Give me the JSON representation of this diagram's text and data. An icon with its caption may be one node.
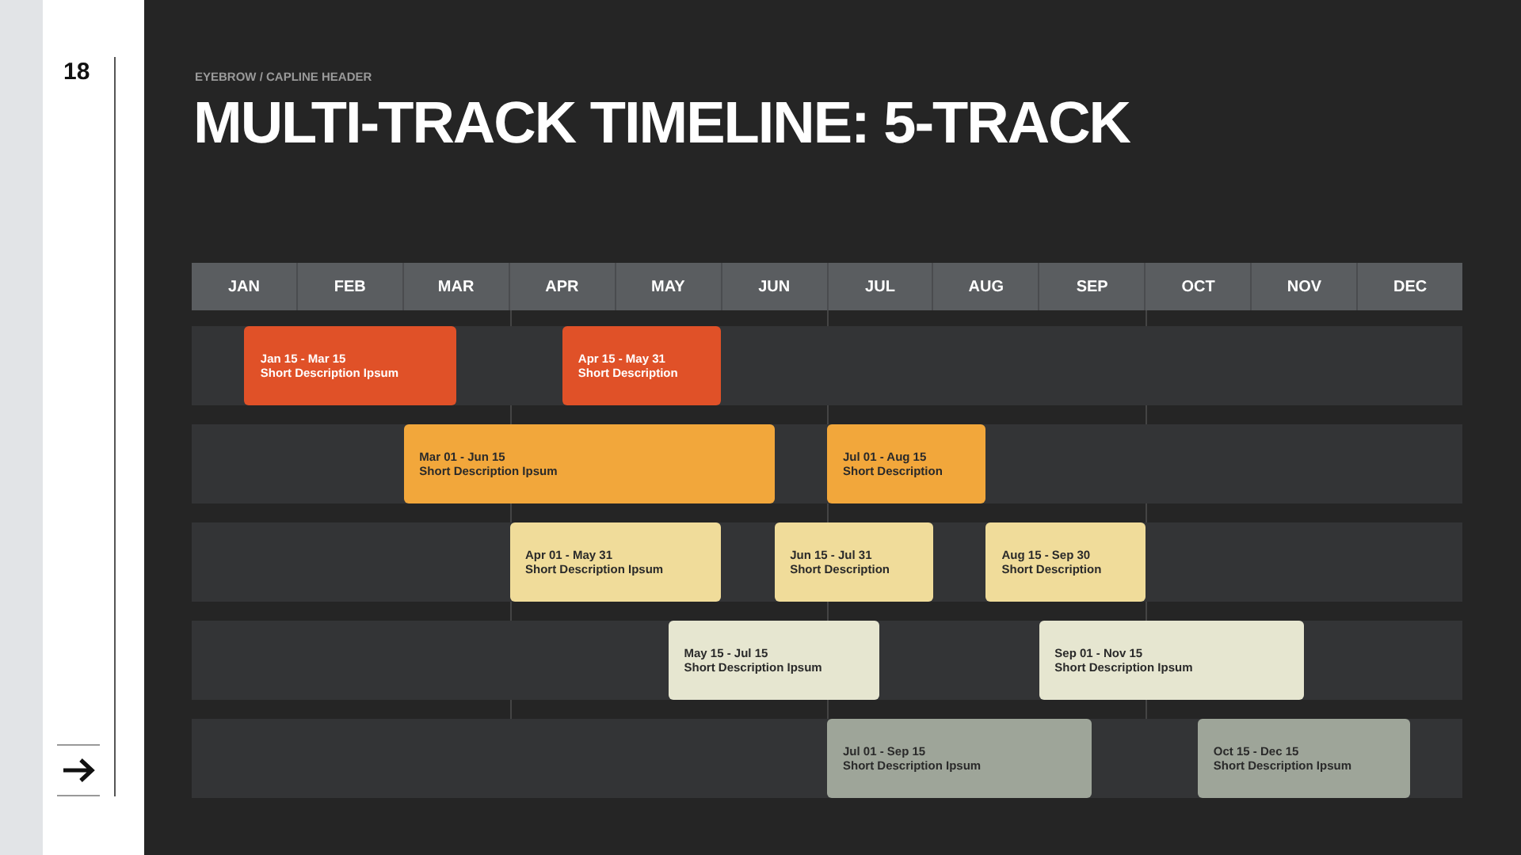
{
  "diagram": {
    "title": "MULTI-TRACK TIMELINE: 5-TRACK",
    "nodes": [
      {
        "text": [],
        "shape": "bar"
      },
      {
        "text": [
          "Jan 15 - Mar 15",
          "Short Description Ipsum"
        ],
        "in": 0
      },
      {
        "text": [
          "Apr 15 - May 31",
          "Short Description"
        ],
        "in": 0
      },
      {
        "text": [],
        "shape": "bar"
      },
      {
        "text": [
          "Mar 01 - Jun 15",
          "Short Description Ipsum"
        ],
        "in": 3
      },
      {
        "text": [
          "Jul 01 - Aug 15",
          "Short Description"
        ],
        "in": 3
      },
      {
        "text": [],
        "shape": "bar"
      },
      {
        "text": [
          "Apr 01 - May 31",
          "Short Description Ipsum"
        ],
        "in": 6
      },
      {
        "text": [
          "Jun 15 - Jul 31",
          "Short Description"
        ],
        "in": 6
      },
      {
        "text": [
          "Aug 15 - Sep 30",
          "Short Description"
        ],
        "in": 6
      },
      {
        "text": [],
        "shape": "bar"
      },
      {
        "text": [
          "May 15 - Jul 15",
          "Short Description Ipsum"
        ],
        "in": 10
      },
      {
        "text": [
          "Sep 01 - Nov 15",
          "Short Description Ipsum"
        ],
        "in": 10
      },
      {
        "text": [],
        "shape": "bar"
      },
      {
        "text": [
          "Jul 01 - Sep 15",
          "Short Description Ipsum"
        ],
        "in": 13
      },
      {
        "text": [
          "Oct 15 - Dec 15",
          "Short Description Ipsum"
        ],
        "in": 13
      }
    ],
    "edges": [],
    "labels": [
      "18",
      "EYEBROW / CAPLINE HEADER",
      "JAN",
      "FEB",
      "MAR",
      "APR",
      "MAY",
      "JUN",
      "JUL",
      "AUG",
      "SEP",
      "OCT",
      "NOV",
      "DEC"
    ]
  }
}
